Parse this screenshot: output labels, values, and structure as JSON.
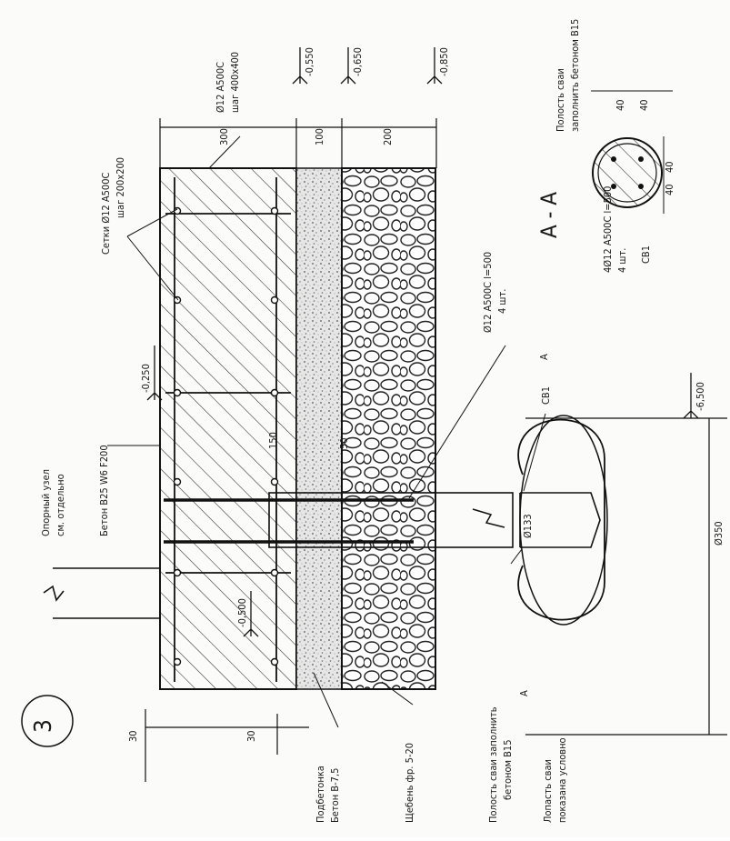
{
  "drawing": {
    "detail_number": "3",
    "section_title": "А - А",
    "labels": {
      "support_node": "Опорный узел",
      "support_node_2": "см. отдельно",
      "concrete": "Бетон В25 W6 F200",
      "meshes": "Сетки Ø12 А500С",
      "meshes_step": "шаг 200х200",
      "rebar_top": "Ø12 А500С",
      "rebar_top_step": "шаг 400х400",
      "anchor_bars": "Ø12 А500С l=500",
      "anchor_bars_count": "4 шт.",
      "pile_mark": "СВ1",
      "pile_mark_2": "СВ1",
      "section_letter": "А",
      "section_letter_2": "А",
      "pile_cavity_left": "Полость сваи заполнить",
      "pile_cavity_left_2": "бетоном В15",
      "pile_cavity_right": "Полость сваи",
      "pile_cavity_right_2": "заполнить бетоном В15",
      "blade": "Лопасть сваи",
      "blade_2": "показана условно",
      "blinding": "Подбетонка",
      "blinding_2": "Бетон В-7,5",
      "gravel": "Щебень фр. 5-20",
      "section_bars": "4Ø12 А500С l=500",
      "section_bars_count": "4 шт."
    },
    "levels": {
      "l1": "-0,550",
      "l2": "-0,650",
      "l3": "-0,850",
      "l4": "-0,250",
      "l5": "-0,500",
      "l6": "-6,500"
    },
    "dimensions": {
      "d300": "300",
      "d100": "100",
      "d200": "200",
      "d30a": "30",
      "d30b": "30",
      "d150": "150",
      "d50": "50",
      "pipe_d": "Ø133",
      "blade_d": "Ø350",
      "s40a": "40",
      "s40b": "40",
      "s40c": "40",
      "s40d": "40"
    }
  }
}
